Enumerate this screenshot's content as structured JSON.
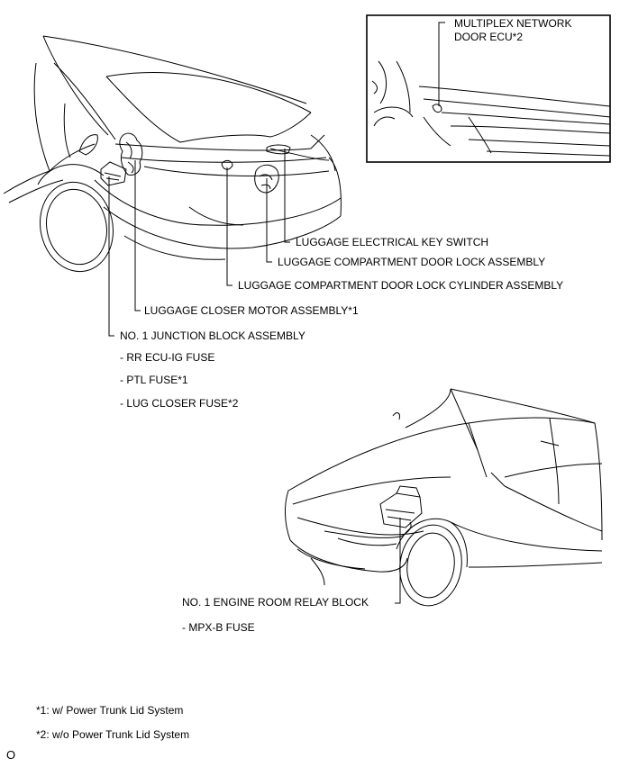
{
  "labels": {
    "multiplex_line1": "MULTIPLEX NETWORK",
    "multiplex_line2": "DOOR ECU*2",
    "luggage_key_switch": "LUGGAGE ELECTRICAL KEY SWITCH",
    "door_lock_assembly": "LUGGAGE COMPARTMENT DOOR LOCK ASSEMBLY",
    "door_lock_cylinder": "LUGGAGE COMPARTMENT DOOR LOCK CYLINDER ASSEMBLY",
    "closer_motor": "LUGGAGE CLOSER MOTOR ASSEMBLY*1",
    "junction_block": "NO. 1 JUNCTION BLOCK ASSEMBLY",
    "rr_ecu_fuse": "- RR ECU-IG FUSE",
    "ptl_fuse": "- PTL FUSE*1",
    "lug_closer_fuse": "- LUG CLOSER FUSE*2",
    "engine_relay_block": "NO. 1 ENGINE ROOM RELAY BLOCK",
    "mpx_fuse": "- MPX-B FUSE"
  },
  "notes": {
    "note1": "*1: w/ Power Trunk Lid System",
    "note2": "*2: w/o Power Trunk Lid System"
  },
  "figure_code": "O"
}
